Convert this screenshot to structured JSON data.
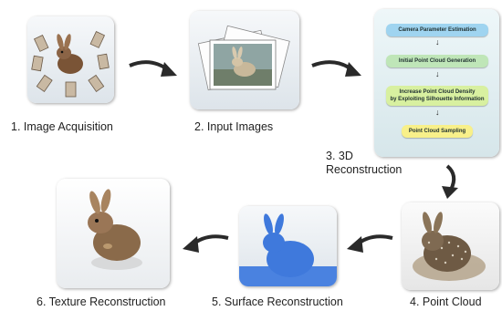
{
  "steps": [
    {
      "label": "1. Image Acquisition"
    },
    {
      "label": "2. Input Images"
    },
    {
      "label": "3. 3D\nReconstruction"
    },
    {
      "label": "4. Point Cloud"
    },
    {
      "label": "5. Surface Reconstruction"
    },
    {
      "label": "6. Texture Reconstruction"
    }
  ],
  "pipeline": {
    "boxes": [
      {
        "label": "Camera Parameter Estimation",
        "color": "#9fd4f0"
      },
      {
        "label": "Initial Point Cloud Generation",
        "color": "#bfe6b8"
      },
      {
        "label": "Increase Point Cloud Density\nby Exploiting Silhouette Information",
        "color": "#d8f0a0"
      },
      {
        "label": "Point Cloud Sampling",
        "color": "#f8f08a"
      }
    ]
  },
  "colors": {
    "arrow": "#2a2a2a",
    "surface_blue": "#3f79dc",
    "bunny_brown": "#8a6a4a"
  }
}
